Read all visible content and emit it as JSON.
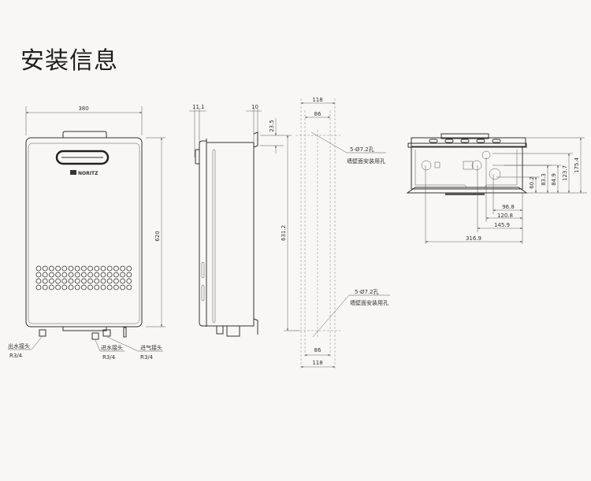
{
  "title": "安装信息",
  "front_view": {
    "width_dim": "380",
    "height_dim": "620",
    "logo": "NORITZ",
    "labels": [
      {
        "name": "出水接头",
        "spec": "R3/4"
      },
      {
        "name": "进水接头",
        "spec": "R3/4"
      },
      {
        "name": "进气接头",
        "spec": "R3/4"
      }
    ]
  },
  "side_view": {
    "dim_front": "11.1",
    "dim_back": "10",
    "dim_top": "23.5",
    "dim_height": "631.2"
  },
  "holes": {
    "top_outer": "118",
    "top_inner": "86",
    "bottom_inner": "86",
    "bottom_outer": "118",
    "hole_spec": "5-Ø7.2孔",
    "hole_desc": "墙壁面安装用孔"
  },
  "bottom_view": {
    "vertical_dims": [
      "60.2",
      "83.3",
      "84.9",
      "123.7",
      "175.4"
    ],
    "horizontal_dims": [
      "96.8",
      "120.8",
      "145.9",
      "316.9"
    ]
  }
}
